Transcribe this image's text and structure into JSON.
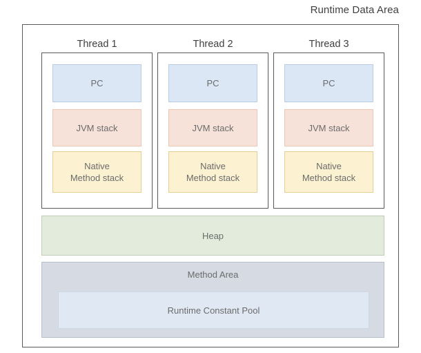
{
  "title": "Runtime Data Area",
  "threads": [
    {
      "label": "Thread 1",
      "blocks": {
        "pc": "PC",
        "jvm_stack": "JVM stack",
        "native_line1": "Native",
        "native_line2": "Method stack"
      }
    },
    {
      "label": "Thread 2",
      "blocks": {
        "pc": "PC",
        "jvm_stack": "JVM stack",
        "native_line1": "Native",
        "native_line2": "Method stack"
      }
    },
    {
      "label": "Thread 3",
      "blocks": {
        "pc": "PC",
        "jvm_stack": "JVM stack",
        "native_line1": "Native",
        "native_line2": "Method stack"
      }
    }
  ],
  "heap": {
    "label": "Heap"
  },
  "method_area": {
    "label": "Method Area",
    "runtime_constant_pool": "Runtime Constant Pool"
  },
  "colors": {
    "page_background": "#ffffff",
    "outer_border": "#595959",
    "title_text": "#3f3f3f",
    "block_text": "#6b6b6b",
    "pc_fill": "#dce7f5",
    "pc_border": "#b9cde2",
    "jvm_stack_fill": "#f7e2d9",
    "jvm_stack_border": "#eec7b4",
    "native_stack_fill": "#fcf2d2",
    "native_stack_border": "#e3cf93",
    "heap_fill": "#e3ecdc",
    "heap_border": "#c0cdb6",
    "method_area_fill": "#d5dae3",
    "method_area_border": "#b8c0cc",
    "runtime_constant_pool_fill": "#dfe8f3",
    "runtime_constant_pool_border": "#cdd8e6"
  }
}
